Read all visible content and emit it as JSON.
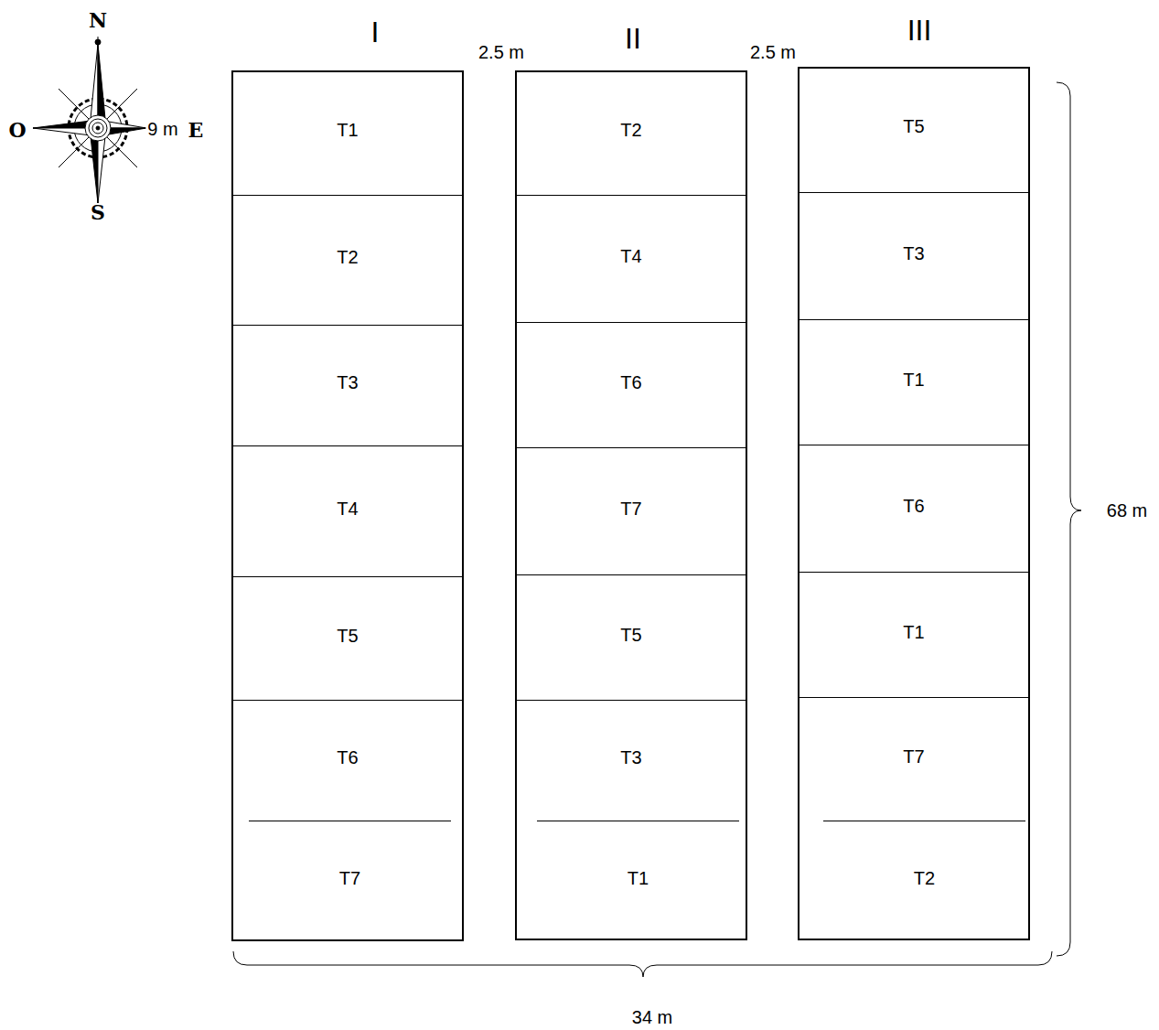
{
  "diagram": {
    "nodes": [
      {
        "text": [
          "I"
        ]
      },
      {
        "text": [
          "T1"
        ],
        "in": 0
      },
      {
        "text": [
          "T2"
        ],
        "in": 0
      },
      {
        "text": [
          "T3"
        ],
        "in": 0
      },
      {
        "text": [
          "T4"
        ],
        "in": 0
      },
      {
        "text": [
          "T5"
        ],
        "in": 0
      },
      {
        "text": [
          "T6"
        ],
        "in": 0
      },
      {
        "text": [
          "T7"
        ],
        "in": 0
      },
      {
        "text": [
          "II"
        ]
      },
      {
        "text": [
          "T2"
        ],
        "in": 8
      },
      {
        "text": [
          "T4"
        ],
        "in": 8
      },
      {
        "text": [
          "T6"
        ],
        "in": 8
      },
      {
        "text": [
          "T7"
        ],
        "in": 8
      },
      {
        "text": [
          "T5"
        ],
        "in": 8
      },
      {
        "text": [
          "T3"
        ],
        "in": 8
      },
      {
        "text": [
          "T1"
        ],
        "in": 8
      },
      {
        "text": [
          "III"
        ]
      },
      {
        "text": [
          "T5"
        ],
        "in": 16
      },
      {
        "text": [
          "T3"
        ],
        "in": 16
      },
      {
        "text": [
          "T1"
        ],
        "in": 16
      },
      {
        "text": [
          "T6"
        ],
        "in": 16
      },
      {
        "text": [
          "T1"
        ],
        "in": 16
      },
      {
        "text": [
          "T7"
        ],
        "in": 16
      },
      {
        "text": [
          "T2"
        ],
        "in": 16
      }
    ],
    "labels": [
      "N",
      "O",
      "9 m",
      "E",
      "S",
      "2.5 m",
      "2.5 m",
      "68 m",
      "34 m"
    ]
  }
}
